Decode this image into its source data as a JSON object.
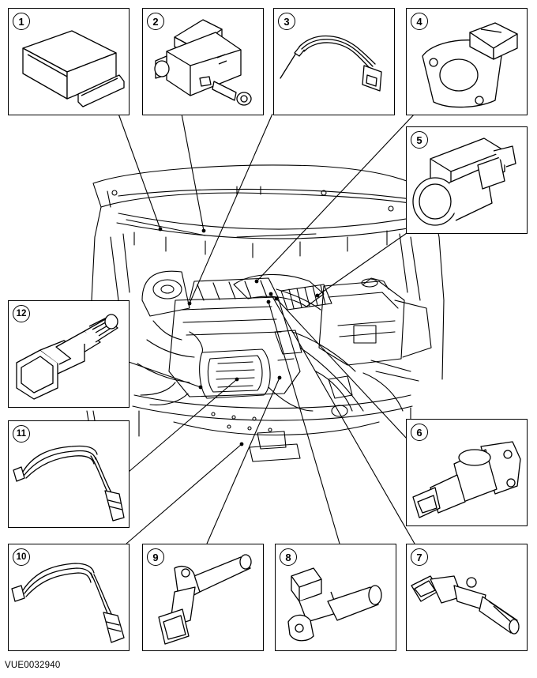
{
  "figure_ref": "VUE0032940",
  "components": [
    {
      "number": "1",
      "icon": "engine-control-module"
    },
    {
      "number": "2",
      "icon": "idle-air-control-valve"
    },
    {
      "number": "3",
      "icon": "temperature-sensor-with-harness"
    },
    {
      "number": "4",
      "icon": "throttle-position-sensor"
    },
    {
      "number": "5",
      "icon": "mass-air-flow-sensor"
    },
    {
      "number": "6",
      "icon": "sensor-with-flange-housing"
    },
    {
      "number": "7",
      "icon": "vehicle-speed-sensor"
    },
    {
      "number": "8",
      "icon": "camshaft-position-sensor"
    },
    {
      "number": "9",
      "icon": "crankshaft-position-sensor"
    },
    {
      "number": "10",
      "icon": "heated-oxygen-sensor-downstream"
    },
    {
      "number": "11",
      "icon": "heated-oxygen-sensor-upstream"
    },
    {
      "number": "12",
      "icon": "oil-pressure-switch"
    }
  ]
}
